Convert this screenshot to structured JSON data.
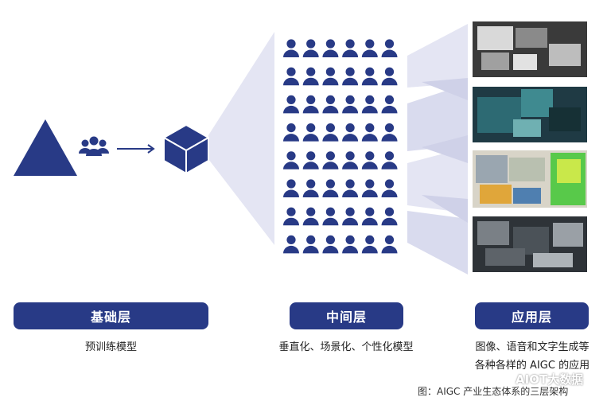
{
  "layers": {
    "base": {
      "label": "基础层",
      "caption": "预训练模型"
    },
    "middle": {
      "label": "中间层",
      "caption": "垂直化、场景化、个性化模型"
    },
    "application": {
      "label": "应用层",
      "caption_line1": "图像、语音和文字生成等",
      "caption_line2": "各种各样的 AIGC 的应用"
    }
  },
  "watermark": "AIOT大数据",
  "figure_caption": "图：AIGC 产业生态体系的三层架构",
  "people_grid": {
    "rows": 8,
    "columns": 6
  },
  "colors": {
    "primary": "#283a86",
    "funnel": "#e4e5f3",
    "funnel_dark": "#cfd1e8",
    "text": "#222222"
  },
  "icons": [
    "triangle-icon",
    "user-group-icon",
    "arrow-right-icon",
    "cube-icon",
    "person-icon",
    "wechat-icon"
  ]
}
